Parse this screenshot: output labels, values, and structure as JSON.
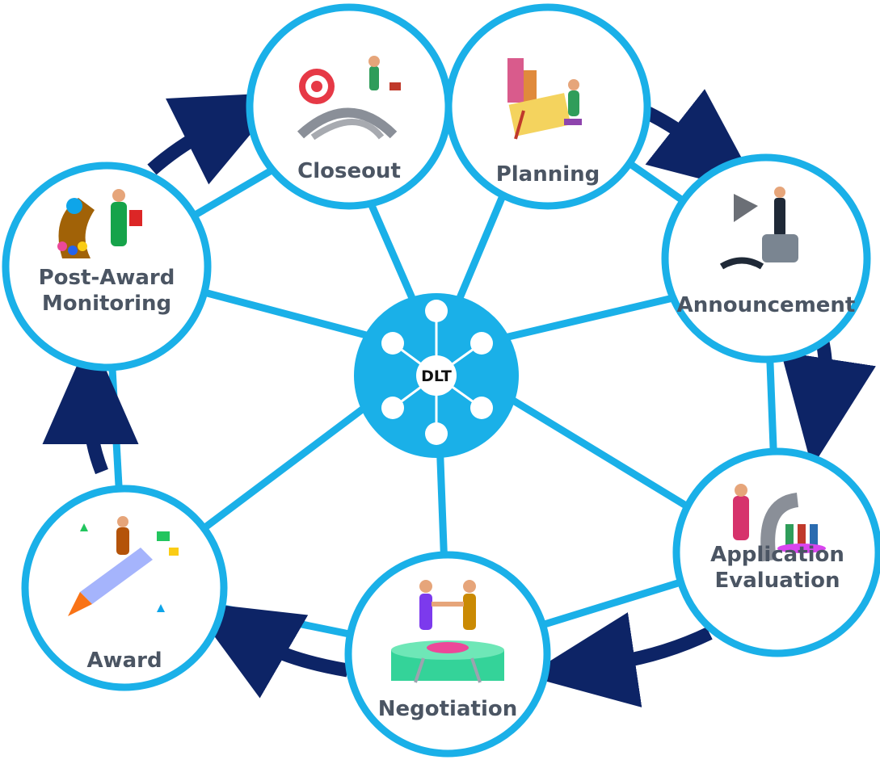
{
  "diagram": {
    "hub": {
      "label": "DLT"
    },
    "stages": [
      {
        "id": "closeout",
        "lines": [
          "Closeout"
        ],
        "icon": "target-runner-icon"
      },
      {
        "id": "planning",
        "lines": [
          "Planning"
        ],
        "icon": "city-planner-icon"
      },
      {
        "id": "announcement",
        "lines": [
          "Announcement"
        ],
        "icon": "megaphone-icon"
      },
      {
        "id": "application-evaluation",
        "lines": [
          "Application",
          "Evaluation"
        ],
        "icon": "microscope-icon"
      },
      {
        "id": "negotiation",
        "lines": [
          "Negotiation"
        ],
        "icon": "handshake-icon"
      },
      {
        "id": "award",
        "lines": [
          "Award"
        ],
        "icon": "rocket-icon"
      },
      {
        "id": "post-award-monitoring",
        "lines": [
          "Post-Award",
          "Monitoring"
        ],
        "icon": "binoculars-icon"
      }
    ],
    "colors": {
      "ring": "#1ab0e8",
      "spoke": "#1ab0e8",
      "hub": "#1ab0e8",
      "arrow": "#0d2466",
      "label": "#4b5563"
    }
  }
}
